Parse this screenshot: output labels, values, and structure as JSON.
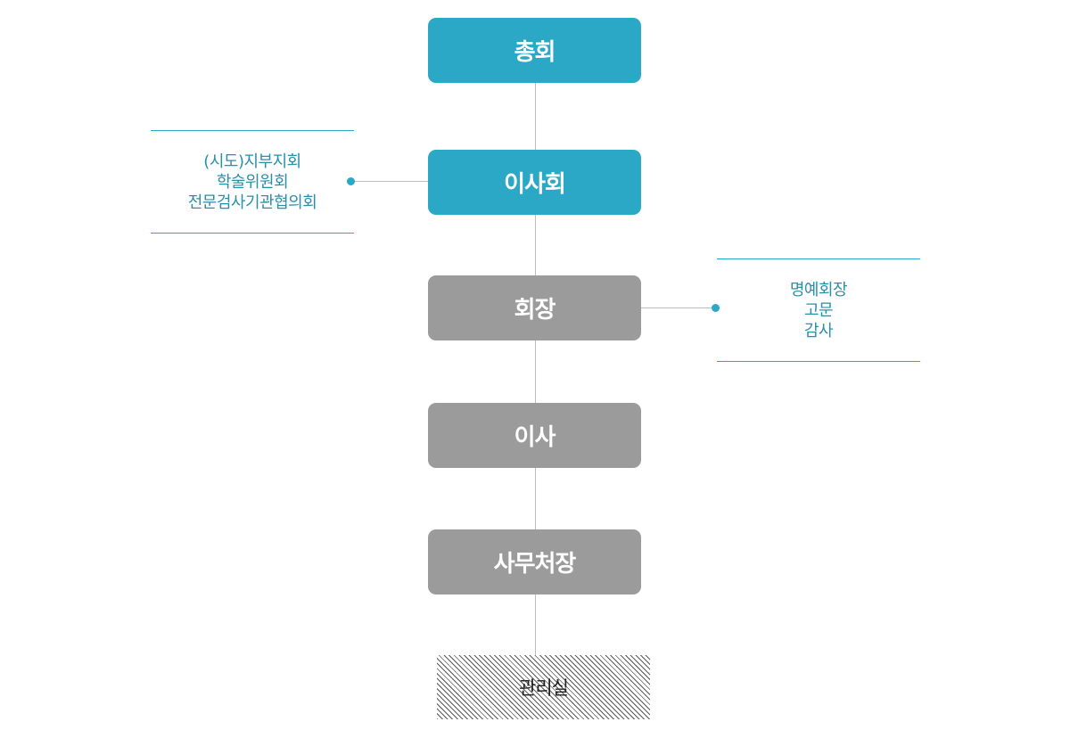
{
  "nodes": {
    "general_assembly": "총회",
    "board": "이사회",
    "chairman": "회장",
    "director": "이사",
    "secretary_general": "사무처장",
    "management_office": "관리실"
  },
  "board_side": {
    "items": [
      "(시도)지부지회",
      "학술위원회",
      "전문검사기관협의회"
    ]
  },
  "chairman_side": {
    "items": [
      "명예회장",
      "고문",
      "감사"
    ]
  },
  "colors": {
    "accent": "#2aa8c5",
    "gray_node": "#9b9b9b",
    "connector": "#bdbdbd"
  }
}
